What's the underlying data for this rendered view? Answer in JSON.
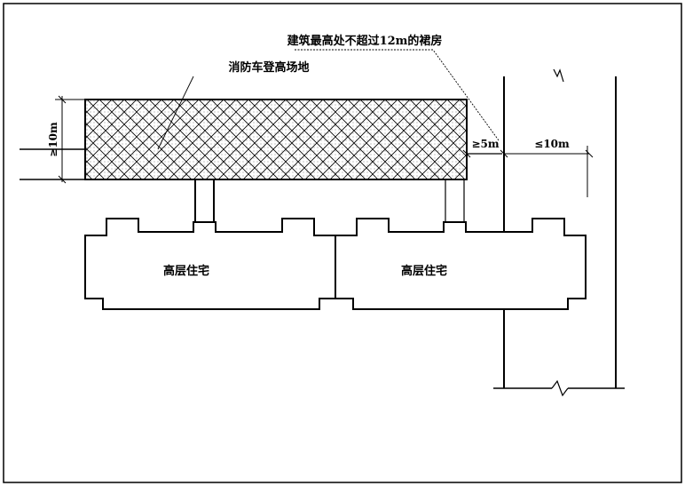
{
  "labels": {
    "roof_room": "建筑最高处不超过12m的裙房",
    "fire_site": "消防车登高场地",
    "building_left": "高层住宅",
    "building_right": "高层住宅",
    "dim_site_width": "≥10m",
    "dim_gap": "≥5m",
    "dim_podium": "≤10m"
  },
  "colors": {
    "line": "#000000",
    "background": "#ffffff"
  }
}
